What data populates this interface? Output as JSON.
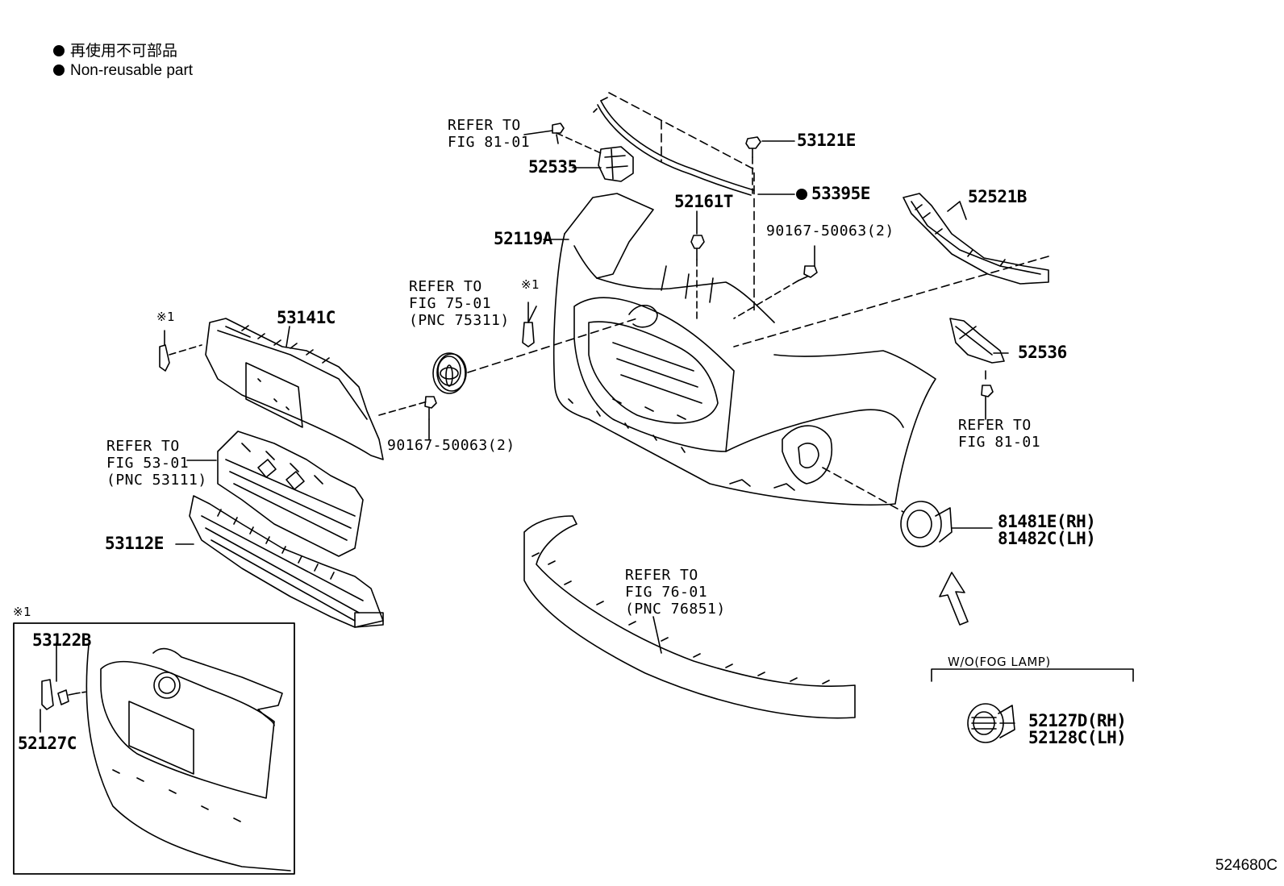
{
  "legend": {
    "jp": "再使用不可部品",
    "en": "Non-reusable part"
  },
  "parts": {
    "p53121E": "53121E",
    "p53395E": "53395E",
    "p52535": "52535",
    "p52161T": "52161T",
    "p52521B": "52521B",
    "p52119A": "52119A",
    "p90167a": "90167-50063(2)",
    "p90167b": "90167-50063(2)",
    "p53141C": "53141C",
    "p52536": "52536",
    "p53112E": "53112E",
    "p81481E": "81481E(RH)",
    "p81482C": "81482C(LH)",
    "p53122B": "53122B",
    "p52127C": "52127C",
    "p52127D": "52127D(RH)",
    "p52128C": "52128C(LH)"
  },
  "refs": {
    "r1": [
      "REFER TO",
      "FIG 81-01"
    ],
    "r2": [
      "REFER TO",
      "FIG 75-01",
      "(PNC 75311)"
    ],
    "r3": [
      "REFER TO",
      "FIG 81-01"
    ],
    "r4": [
      "REFER TO",
      "FIG 53-01",
      "(PNC 53111)"
    ],
    "r5": [
      "REFER TO",
      "FIG 76-01",
      "(PNC 76851)"
    ]
  },
  "notes": {
    "mark1": "※1",
    "mark2": "※1",
    "mark3": "※1",
    "wo_fog": "W/O(FOG LAMP)"
  },
  "figure_code": "524680C"
}
